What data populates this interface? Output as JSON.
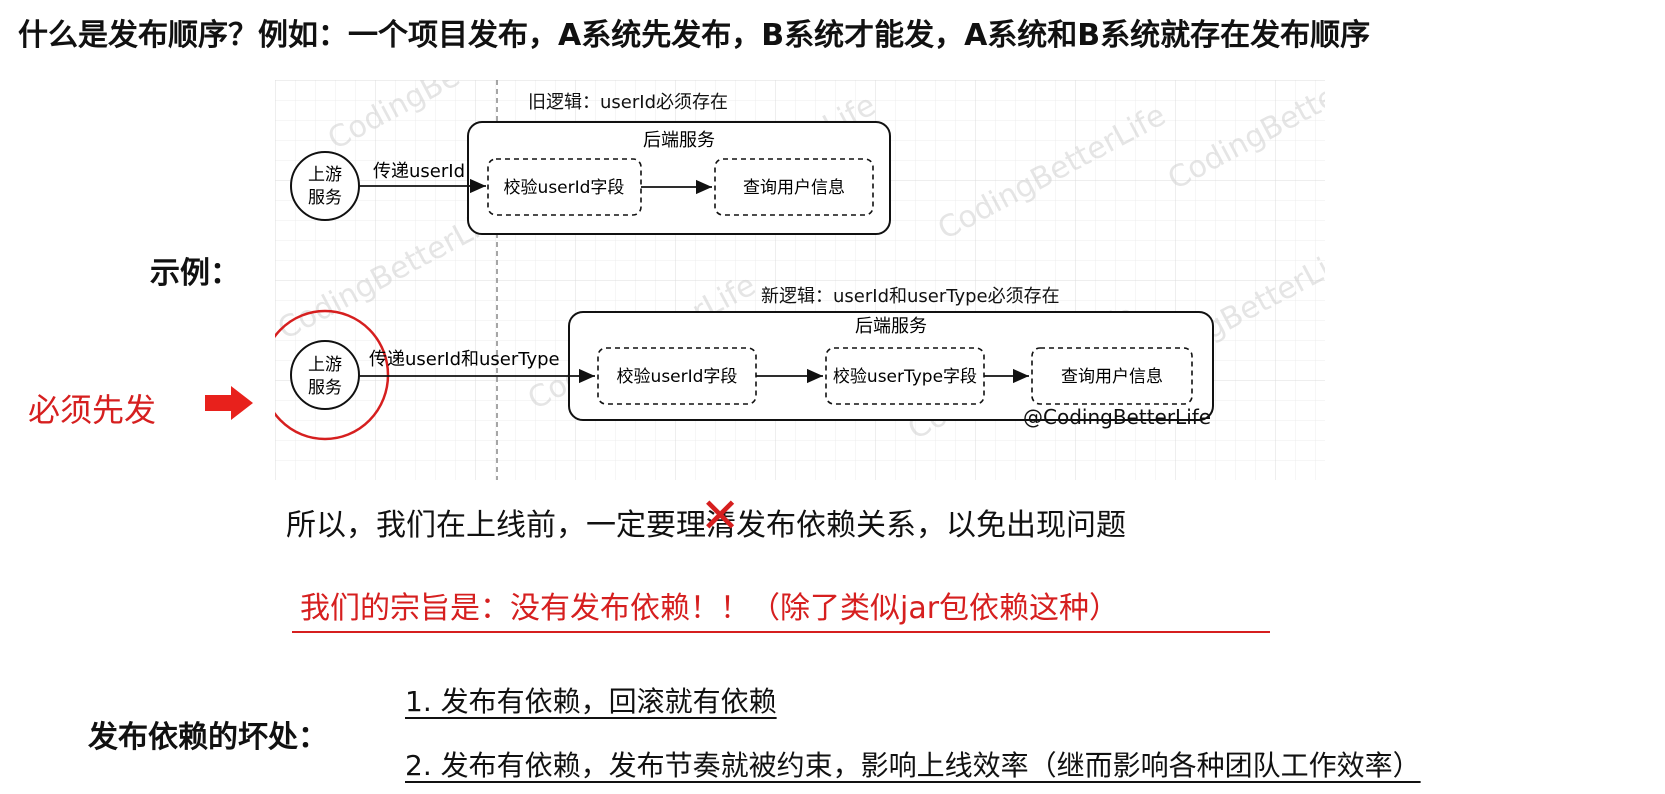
{
  "page": {
    "title": "什么是发布顺序？例如：一个项目发布，A系统先发布，B系统才能发，A系统和B系统就存在发布顺序",
    "example_label": "示例：",
    "must_label": "必须先发",
    "conclusion_before": "所以，我们在上线前，一定要理",
    "conclusion_struck": "清",
    "conclusion_after": "发布依赖关系，以免出现问题",
    "principle": "我们的宗旨是：没有发布依赖！！（除了类似jar包依赖这种）",
    "harm_label": "发布依赖的坏处：",
    "harms": [
      "1. 发布有依赖，回滚就有依赖",
      "2. 发布有依赖，发布节奏就被约束，影响上线效率（继而影响各种团队工作效率）"
    ]
  },
  "diagram": {
    "watermark": "CodingBetterLife",
    "credit": "@CodingBetterLife",
    "old": {
      "caption": "旧逻辑：userId必须存在",
      "upstream_line1": "上游",
      "upstream_line2": "服务",
      "arrow_label": "传递userId",
      "backend_title": "后端服务",
      "steps": [
        "校验userId字段",
        "查询用户信息"
      ]
    },
    "new": {
      "caption": "新逻辑：userId和userType必须存在",
      "upstream_line1": "上游",
      "upstream_line2": "服务",
      "arrow_label": "传递userId和userType",
      "backend_title": "后端服务",
      "steps": [
        "校验userId字段",
        "校验userType字段",
        "查询用户信息"
      ]
    }
  },
  "colors": {
    "accent_red": "#d61f1f",
    "grid": "#e6e6e6",
    "ink": "#111111"
  }
}
